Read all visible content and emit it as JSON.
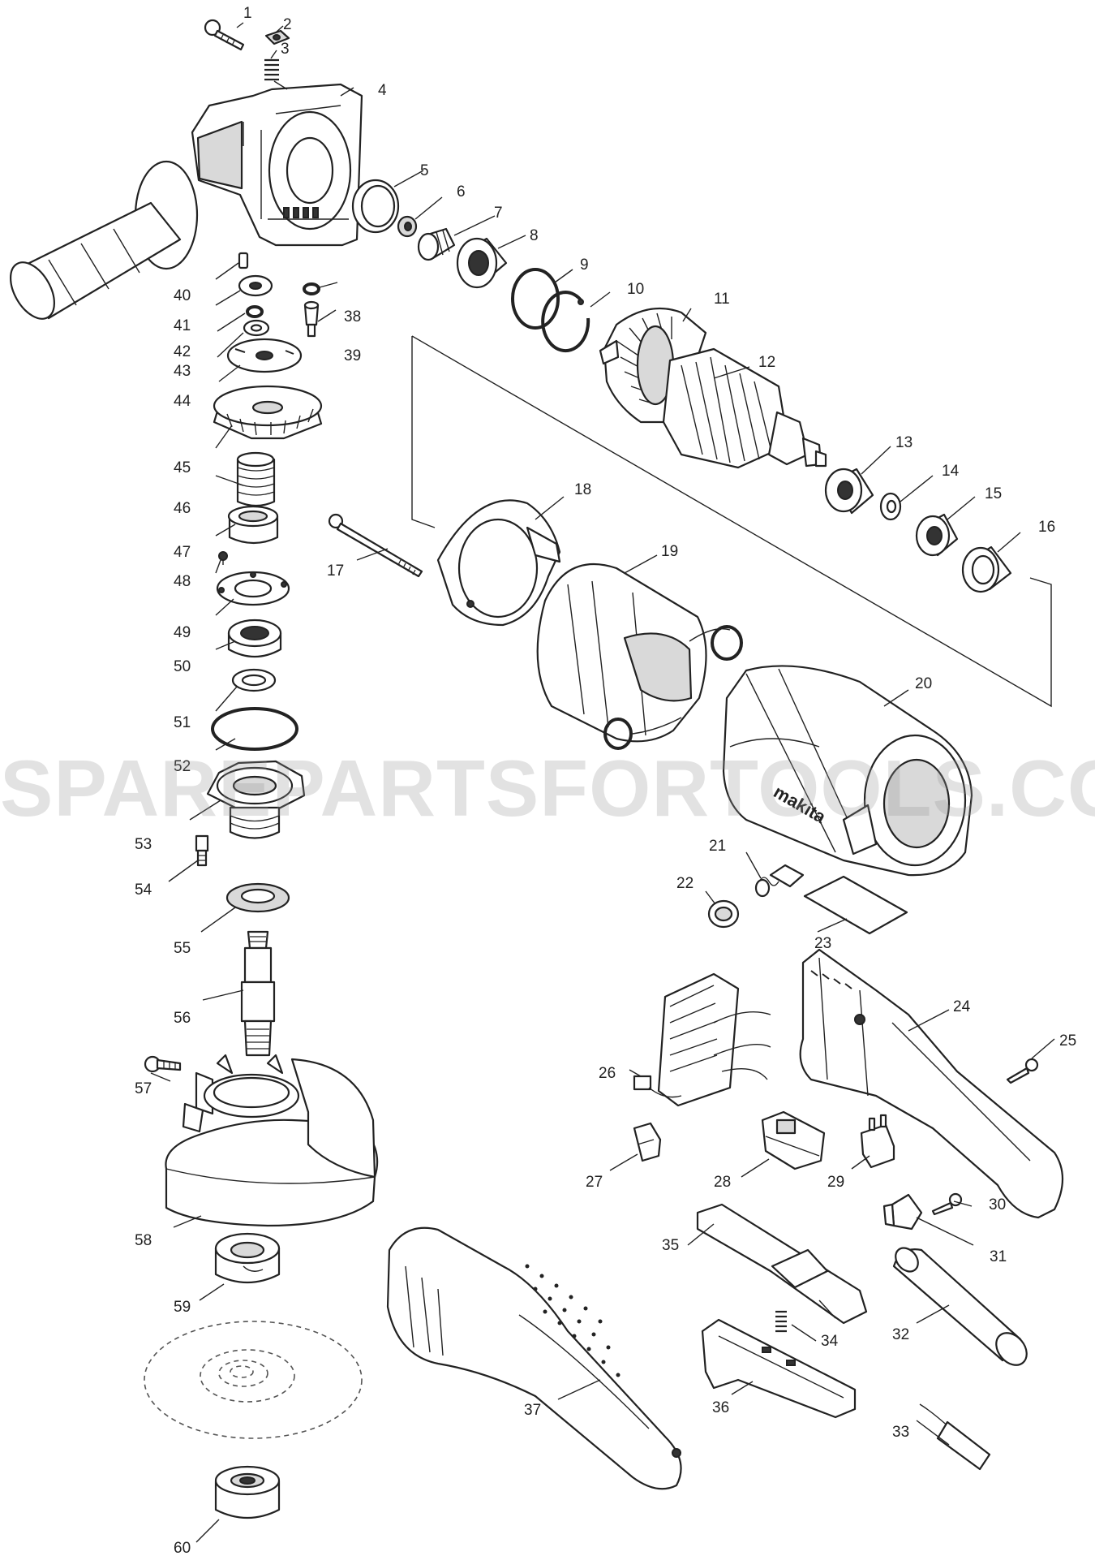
{
  "watermark": "SPAREPARTSFORTOOLS.COM.AU",
  "brand_badge": "makita",
  "parts": [
    {
      "id": 1,
      "label": "1"
    },
    {
      "id": 2,
      "label": "2"
    },
    {
      "id": 3,
      "label": "3"
    },
    {
      "id": 4,
      "label": "4"
    },
    {
      "id": 5,
      "label": "5"
    },
    {
      "id": 6,
      "label": "6"
    },
    {
      "id": 7,
      "label": "7"
    },
    {
      "id": 8,
      "label": "8"
    },
    {
      "id": 9,
      "label": "9"
    },
    {
      "id": 10,
      "label": "10"
    },
    {
      "id": 11,
      "label": "11"
    },
    {
      "id": 12,
      "label": "12"
    },
    {
      "id": 13,
      "label": "13"
    },
    {
      "id": 14,
      "label": "14"
    },
    {
      "id": 15,
      "label": "15"
    },
    {
      "id": 16,
      "label": "16"
    },
    {
      "id": 17,
      "label": "17"
    },
    {
      "id": 18,
      "label": "18"
    },
    {
      "id": 19,
      "label": "19"
    },
    {
      "id": 20,
      "label": "20"
    },
    {
      "id": 21,
      "label": "21"
    },
    {
      "id": 22,
      "label": "22"
    },
    {
      "id": 23,
      "label": "23"
    },
    {
      "id": 24,
      "label": "24"
    },
    {
      "id": 25,
      "label": "25"
    },
    {
      "id": 26,
      "label": "26"
    },
    {
      "id": 27,
      "label": "27"
    },
    {
      "id": 28,
      "label": "28"
    },
    {
      "id": 29,
      "label": "29"
    },
    {
      "id": 30,
      "label": "30"
    },
    {
      "id": 31,
      "label": "31"
    },
    {
      "id": 32,
      "label": "32"
    },
    {
      "id": 33,
      "label": "33"
    },
    {
      "id": 34,
      "label": "34"
    },
    {
      "id": 35,
      "label": "35"
    },
    {
      "id": 36,
      "label": "36"
    },
    {
      "id": 37,
      "label": "37"
    },
    {
      "id": 38,
      "label": "38"
    },
    {
      "id": 39,
      "label": "39"
    },
    {
      "id": 40,
      "label": "40"
    },
    {
      "id": 41,
      "label": "41"
    },
    {
      "id": 42,
      "label": "42"
    },
    {
      "id": 43,
      "label": "43"
    },
    {
      "id": 44,
      "label": "44"
    },
    {
      "id": 45,
      "label": "45"
    },
    {
      "id": 46,
      "label": "46"
    },
    {
      "id": 47,
      "label": "47"
    },
    {
      "id": 48,
      "label": "48"
    },
    {
      "id": 49,
      "label": "49"
    },
    {
      "id": 50,
      "label": "50"
    },
    {
      "id": 51,
      "label": "51"
    },
    {
      "id": 52,
      "label": "52"
    },
    {
      "id": 53,
      "label": "53"
    },
    {
      "id": 54,
      "label": "54"
    },
    {
      "id": 55,
      "label": "55"
    },
    {
      "id": 56,
      "label": "56"
    },
    {
      "id": 57,
      "label": "57"
    },
    {
      "id": 58,
      "label": "58"
    },
    {
      "id": 59,
      "label": "59"
    },
    {
      "id": 60,
      "label": "60"
    }
  ]
}
